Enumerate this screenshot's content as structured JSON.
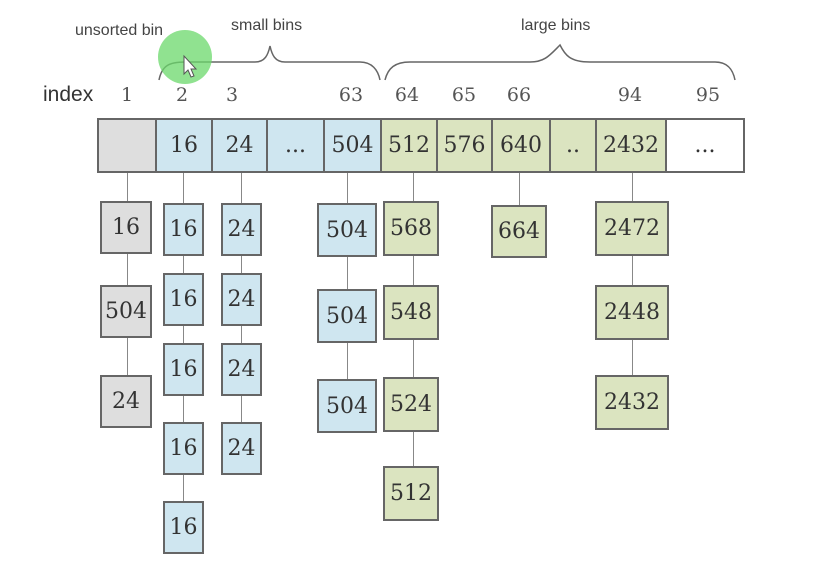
{
  "labels": {
    "unsorted": "unsorted bin",
    "small": "small bins",
    "large": "large bins",
    "index": "index"
  },
  "indices": [
    "1",
    "2",
    "3",
    "63",
    "64",
    "65",
    "66",
    "94",
    "95"
  ],
  "top_row": [
    {
      "text": "",
      "type": "unsorted"
    },
    {
      "text": "16",
      "type": "small"
    },
    {
      "text": "24",
      "type": "small"
    },
    {
      "text": "...",
      "type": "small"
    },
    {
      "text": "504",
      "type": "small"
    },
    {
      "text": "512",
      "type": "large"
    },
    {
      "text": "576",
      "type": "large"
    },
    {
      "text": "640",
      "type": "large"
    },
    {
      "text": "..",
      "type": "large"
    },
    {
      "text": "2432",
      "type": "large"
    },
    {
      "text": "...",
      "type": "empty"
    }
  ],
  "chains": [
    {
      "bin": "1",
      "type": "unsorted",
      "items": [
        "16",
        "504",
        "24"
      ]
    },
    {
      "bin": "2",
      "type": "small",
      "items": [
        "16",
        "16",
        "16",
        "16",
        "16"
      ]
    },
    {
      "bin": "3",
      "type": "small",
      "items": [
        "24",
        "24",
        "24",
        "24"
      ]
    },
    {
      "bin": "63",
      "type": "small",
      "items": [
        "504",
        "504",
        "504"
      ]
    },
    {
      "bin": "64",
      "type": "large",
      "items": [
        "568",
        "548",
        "524",
        "512"
      ]
    },
    {
      "bin": "66",
      "type": "large",
      "items": [
        "664"
      ]
    },
    {
      "bin": "94",
      "type": "large",
      "items": [
        "2472",
        "2448",
        "2432"
      ]
    }
  ],
  "colors": {
    "unsorted": "#dedede",
    "small": "#cfe6f0",
    "large": "#dbe4c0",
    "empty": "#ffffff"
  }
}
